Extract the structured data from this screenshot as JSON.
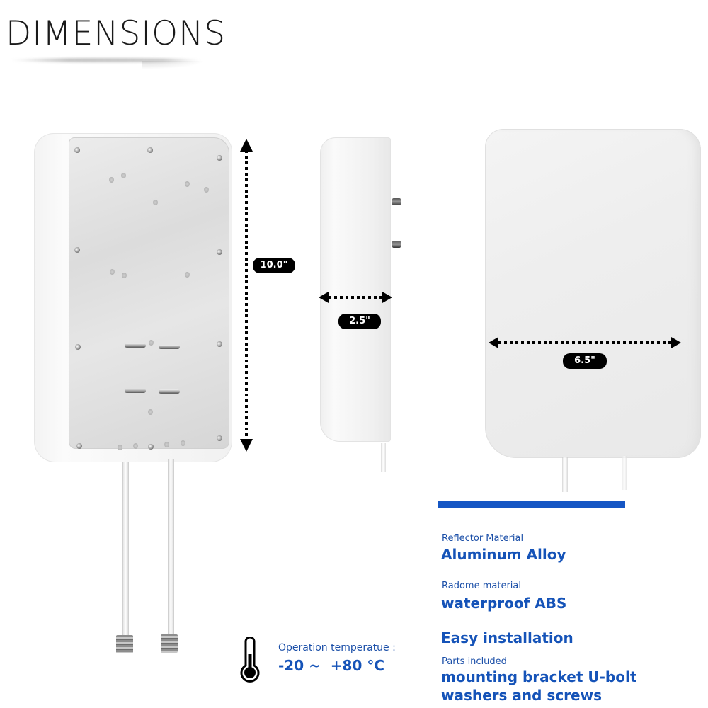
{
  "header": {
    "title": "DIMENSIONS"
  },
  "dimensions": {
    "height": "10.0\"",
    "depth": "2.5\"",
    "width": "6.5\""
  },
  "temperature": {
    "icon": "thermometer-icon",
    "label": "Operation temperatue :",
    "value": "-20 ~  +80 °C"
  },
  "specs": [
    {
      "label": "Reflector Material",
      "value": "Aluminum Alloy"
    },
    {
      "label": "Radome material",
      "value": "waterproof ABS"
    },
    {
      "label": "",
      "value": "Easy installation"
    },
    {
      "label": "Parts included",
      "value": "mounting bracket U-bolt",
      "value2": "washers and screws"
    }
  ],
  "colors": {
    "accent_blue": "#1556c4",
    "text_blue": "#1553b8",
    "badge_bg": "#000000",
    "badge_text": "#ffffff"
  }
}
